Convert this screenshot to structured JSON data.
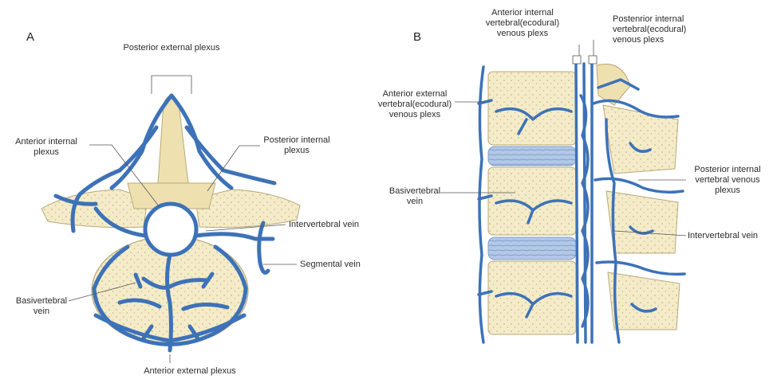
{
  "panels": {
    "a": "A",
    "b": "B"
  },
  "colors": {
    "vein": "#3d72b8",
    "vein_dark": "#1f4f8f",
    "bone": "#f4ecc8",
    "bone_edge": "#b9a87a",
    "disc": "#9fb9dc",
    "ink": "#2b2b2b"
  },
  "labels_a": {
    "posterior_external": "Posterior external plexus",
    "anterior_internal": "Anterior internal\nplexus",
    "posterior_internal": "Posterior internal\nplexus",
    "intervertebral": "Intervertebral vein",
    "segmental": "Segmental vein",
    "basivertebral": "Basivertebral\nvein",
    "anterior_external": "Anterior external plexus"
  },
  "labels_b": {
    "anterior_internal": "Anterior internal\nvertebral(ecodural)\nvenous plexs",
    "posterior_internal": "Postenrior internal\nvertebral(ecodural)\nvenous plexs",
    "anterior_external": "Anterior external\nvertebral(ecodural)\nvenous plexs",
    "basivertebral": "Basivertebral\nvein",
    "posterior_internal_plexus": "Posterior internal\nvertebral venous\nplexus",
    "intervertebral": "Intervertebral vein"
  }
}
